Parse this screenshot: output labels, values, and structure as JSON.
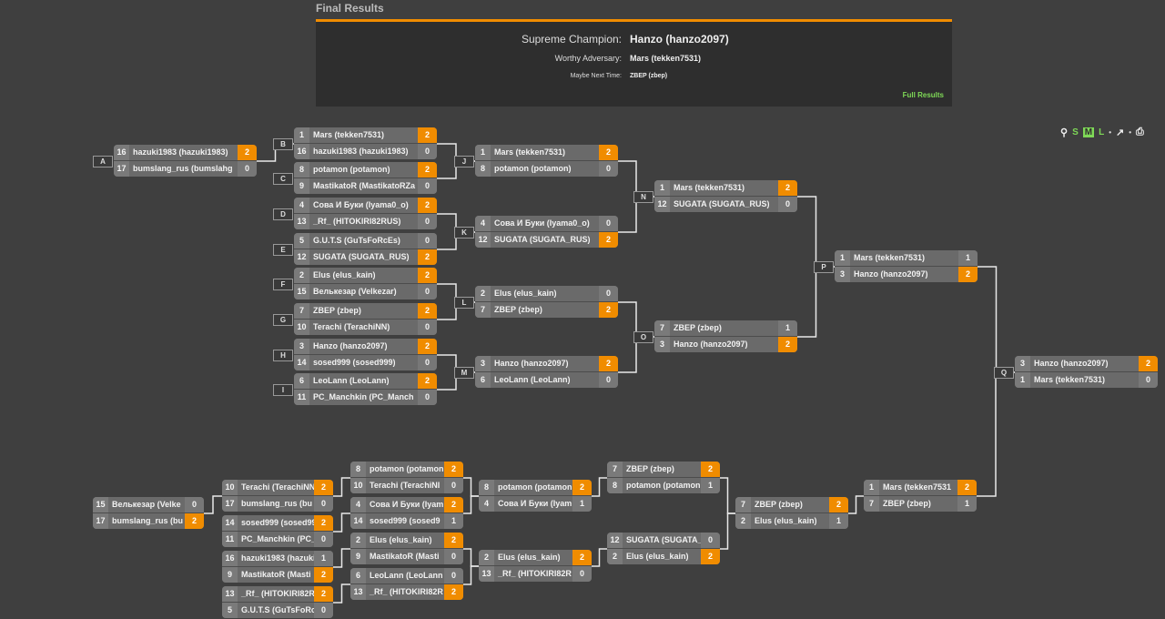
{
  "header": {
    "title": "Final Results"
  },
  "results": {
    "champion_label": "Supreme Champion:",
    "champion": "Hanzo (hanzo2097)",
    "adversary_label": "Worthy Adversary:",
    "adversary": "Mars (tekken7531)",
    "third_label": "Maybe Next Time:",
    "third": "ZBEP (zbep)",
    "full_results_link": "Full Results"
  },
  "toolbar": {
    "zoom_icon": "magnifier-icon",
    "size_s": "S",
    "size_m": "M",
    "size_l": "L",
    "selected_size": "M",
    "external_icon": "external-link-icon",
    "print_icon": "printer-icon"
  },
  "colors": {
    "accent": "#f08c00",
    "link": "#7fd957",
    "background": "#3f3f3f"
  },
  "winners": [
    {
      "id": "A",
      "label": "A",
      "p": [
        {
          "seed": "16",
          "name": "hazuki1983 (hazuki1983)",
          "score": "2",
          "win": true
        },
        {
          "seed": "17",
          "name": "bumslang_rus (bumslahg",
          "score": "0"
        }
      ]
    },
    {
      "id": "B",
      "label": "B",
      "p": [
        {
          "seed": "1",
          "name": "Mars (tekken7531)",
          "score": "2",
          "win": true
        },
        {
          "seed": "16",
          "name": "hazuki1983 (hazuki1983)",
          "score": "0"
        }
      ]
    },
    {
      "id": "C",
      "label": "C",
      "p": [
        {
          "seed": "8",
          "name": "potamon (potamon)",
          "score": "2",
          "win": true
        },
        {
          "seed": "9",
          "name": "MastikatoR (MastikatoRZa",
          "score": "0"
        }
      ]
    },
    {
      "id": "D",
      "label": "D",
      "p": [
        {
          "seed": "4",
          "name": "Сова И Буки (Iyama0_o)",
          "score": "2",
          "win": true
        },
        {
          "seed": "13",
          "name": "_Rf_ (HITOKIRI82RUS)",
          "score": "0"
        }
      ]
    },
    {
      "id": "E",
      "label": "E",
      "p": [
        {
          "seed": "5",
          "name": "G.U.T.S (GuTsFoRcEs)",
          "score": "0"
        },
        {
          "seed": "12",
          "name": "SUGATA (SUGATA_RUS)",
          "score": "2",
          "win": true
        }
      ]
    },
    {
      "id": "F",
      "label": "F",
      "p": [
        {
          "seed": "2",
          "name": "Elus (elus_kain)",
          "score": "2",
          "win": true
        },
        {
          "seed": "15",
          "name": "Велькезар (Velkezar)",
          "score": "0"
        }
      ]
    },
    {
      "id": "G",
      "label": "G",
      "p": [
        {
          "seed": "7",
          "name": "ZBEP (zbep)",
          "score": "2",
          "win": true
        },
        {
          "seed": "10",
          "name": "Terachi (TerachiNN)",
          "score": "0"
        }
      ]
    },
    {
      "id": "H",
      "label": "H",
      "p": [
        {
          "seed": "3",
          "name": "Hanzo (hanzo2097)",
          "score": "2",
          "win": true
        },
        {
          "seed": "14",
          "name": "sosed999 (sosed999)",
          "score": "0"
        }
      ]
    },
    {
      "id": "I",
      "label": "I",
      "p": [
        {
          "seed": "6",
          "name": "LeoLann (LeoLann)",
          "score": "2",
          "win": true
        },
        {
          "seed": "11",
          "name": "PC_Manchkin (PC_Manch",
          "score": "0"
        }
      ]
    },
    {
      "id": "J",
      "label": "J",
      "p": [
        {
          "seed": "1",
          "name": "Mars (tekken7531)",
          "score": "2",
          "win": true
        },
        {
          "seed": "8",
          "name": "potamon (potamon)",
          "score": "0"
        }
      ]
    },
    {
      "id": "K",
      "label": "K",
      "p": [
        {
          "seed": "4",
          "name": "Сова И Буки (Iyama0_o)",
          "score": "0"
        },
        {
          "seed": "12",
          "name": "SUGATA (SUGATA_RUS)",
          "score": "2",
          "win": true
        }
      ]
    },
    {
      "id": "L",
      "label": "L",
      "p": [
        {
          "seed": "2",
          "name": "Elus (elus_kain)",
          "score": "0"
        },
        {
          "seed": "7",
          "name": "ZBEP (zbep)",
          "score": "2",
          "win": true
        }
      ]
    },
    {
      "id": "M",
      "label": "M",
      "p": [
        {
          "seed": "3",
          "name": "Hanzo (hanzo2097)",
          "score": "2",
          "win": true
        },
        {
          "seed": "6",
          "name": "LeoLann (LeoLann)",
          "score": "0"
        }
      ]
    },
    {
      "id": "N",
      "label": "N",
      "p": [
        {
          "seed": "1",
          "name": "Mars (tekken7531)",
          "score": "2",
          "win": true
        },
        {
          "seed": "12",
          "name": "SUGATA (SUGATA_RUS)",
          "score": "0"
        }
      ]
    },
    {
      "id": "O",
      "label": "O",
      "p": [
        {
          "seed": "7",
          "name": "ZBEP (zbep)",
          "score": "1"
        },
        {
          "seed": "3",
          "name": "Hanzo (hanzo2097)",
          "score": "2",
          "win": true
        }
      ]
    },
    {
      "id": "P",
      "label": "P",
      "p": [
        {
          "seed": "1",
          "name": "Mars (tekken7531)",
          "score": "1"
        },
        {
          "seed": "3",
          "name": "Hanzo (hanzo2097)",
          "score": "2",
          "win": true
        }
      ]
    },
    {
      "id": "Q",
      "label": "Q",
      "p": [
        {
          "seed": "3",
          "name": "Hanzo (hanzo2097)",
          "score": "2",
          "win": true
        },
        {
          "seed": "1",
          "name": "Mars (tekken7531)",
          "score": "0"
        }
      ]
    }
  ],
  "losers": [
    {
      "id": "L1",
      "p": [
        {
          "seed": "15",
          "name": "Велькезар (Velke",
          "score": "0"
        },
        {
          "seed": "17",
          "name": "bumslang_rus (bu",
          "score": "2",
          "win": true
        }
      ]
    },
    {
      "id": "L2",
      "p": [
        {
          "seed": "10",
          "name": "Terachi (TerachiNN",
          "score": "2",
          "win": true
        },
        {
          "seed": "17",
          "name": "bumslang_rus (bu",
          "score": "0"
        }
      ]
    },
    {
      "id": "L3",
      "p": [
        {
          "seed": "14",
          "name": "sosed999 (sosed999",
          "score": "2",
          "win": true
        },
        {
          "seed": "11",
          "name": "PC_Manchkin (PC_",
          "score": "0"
        }
      ]
    },
    {
      "id": "L4",
      "p": [
        {
          "seed": "16",
          "name": "hazuki1983 (hazuki",
          "score": "1"
        },
        {
          "seed": "9",
          "name": "MastikatoR (Masti",
          "score": "2",
          "win": true
        }
      ]
    },
    {
      "id": "L5",
      "p": [
        {
          "seed": "13",
          "name": "_Rf_ (HITOKIRI82R",
          "score": "2",
          "win": true
        },
        {
          "seed": "5",
          "name": "G.U.T.S (GuTsFoRc",
          "score": "0"
        }
      ]
    },
    {
      "id": "L6",
      "p": [
        {
          "seed": "8",
          "name": "potamon (potamon",
          "score": "2",
          "win": true
        },
        {
          "seed": "10",
          "name": "Terachi (TerachiNI",
          "score": "0"
        }
      ]
    },
    {
      "id": "L7",
      "p": [
        {
          "seed": "4",
          "name": "Сова И Буки (Iyam",
          "score": "2",
          "win": true
        },
        {
          "seed": "14",
          "name": "sosed999 (sosed9",
          "score": "1"
        }
      ]
    },
    {
      "id": "L8",
      "p": [
        {
          "seed": "2",
          "name": "Elus (elus_kain)",
          "score": "2",
          "win": true
        },
        {
          "seed": "9",
          "name": "MastikatoR (Masti",
          "score": "0"
        }
      ]
    },
    {
      "id": "L9",
      "p": [
        {
          "seed": "6",
          "name": "LeoLann (LeoLann",
          "score": "0"
        },
        {
          "seed": "13",
          "name": "_Rf_ (HITOKIRI82R",
          "score": "2",
          "win": true
        }
      ]
    },
    {
      "id": "L10",
      "p": [
        {
          "seed": "8",
          "name": "potamon (potamon",
          "score": "2",
          "win": true
        },
        {
          "seed": "4",
          "name": "Сова И Буки (Iyam",
          "score": "1"
        }
      ]
    },
    {
      "id": "L11",
      "p": [
        {
          "seed": "2",
          "name": "Elus (elus_kain)",
          "score": "2",
          "win": true
        },
        {
          "seed": "13",
          "name": "_Rf_ (HITOKIRI82R",
          "score": "0"
        }
      ]
    },
    {
      "id": "L12",
      "p": [
        {
          "seed": "7",
          "name": "ZBEP (zbep)",
          "score": "2",
          "win": true
        },
        {
          "seed": "8",
          "name": "potamon (potamon",
          "score": "1"
        }
      ]
    },
    {
      "id": "L13",
      "p": [
        {
          "seed": "12",
          "name": "SUGATA (SUGATA_",
          "score": "0"
        },
        {
          "seed": "2",
          "name": "Elus (elus_kain)",
          "score": "2",
          "win": true
        }
      ]
    },
    {
      "id": "L14",
      "p": [
        {
          "seed": "7",
          "name": "ZBEP (zbep)",
          "score": "2",
          "win": true
        },
        {
          "seed": "2",
          "name": "Elus (elus_kain)",
          "score": "1"
        }
      ]
    },
    {
      "id": "L15",
      "p": [
        {
          "seed": "1",
          "name": "Mars (tekken7531",
          "score": "2",
          "win": true
        },
        {
          "seed": "7",
          "name": "ZBEP (zbep)",
          "score": "1"
        }
      ]
    }
  ]
}
